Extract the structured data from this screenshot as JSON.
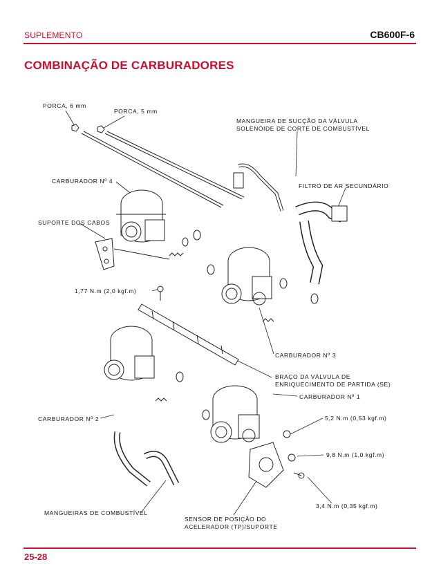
{
  "header": {
    "section": "SUPLEMENTO",
    "model": "CB600F-6"
  },
  "title": "COMBINAÇÃO DE CARBURADORES",
  "labels": {
    "porca6": "PORCA, 6 mm",
    "porca5": "PORCA, 5 mm",
    "mangueira_succao_1": "MANGUEIRA DE SUCÇÃO DA VÁLVULA",
    "mangueira_succao_2": "SOLENÓIDE DE CORTE DE COMBUSTÍVEL",
    "carb4": "CARBURADOR Nº 4",
    "filtro": "FILTRO DE AR SECUNDÁRIO",
    "suporte_cabos": "SUPORTE DOS CABOS",
    "torque_177": "1,77 N.m (2,0 kgf.m)",
    "carb3": "CARBURADOR Nº 3",
    "braco_1": "BRAÇO DA VÁLVULA DE",
    "braco_2": "ENRIQUECIMENTO DE PARTIDA (SE)",
    "carb1": "CARBURADOR Nº 1",
    "carb2": "CARBURADOR Nº 2",
    "torque_52": "5,2 N.m (0,53 kgf.m)",
    "torque_98": "9,8 N.m (1,0 kgf.m)",
    "torque_34": "3,4 N.m (0,35 kgf.m)",
    "mangueiras": "MANGUEIRAS DE COMBUSTÍVEL",
    "sensor_1": "SENSOR DE POSIÇÃO DO",
    "sensor_2": "ACELERADOR (TP)/SUPORTE"
  },
  "footer": {
    "page": "25-28"
  },
  "colors": {
    "accent": "#c8102e",
    "ink": "#111111"
  }
}
